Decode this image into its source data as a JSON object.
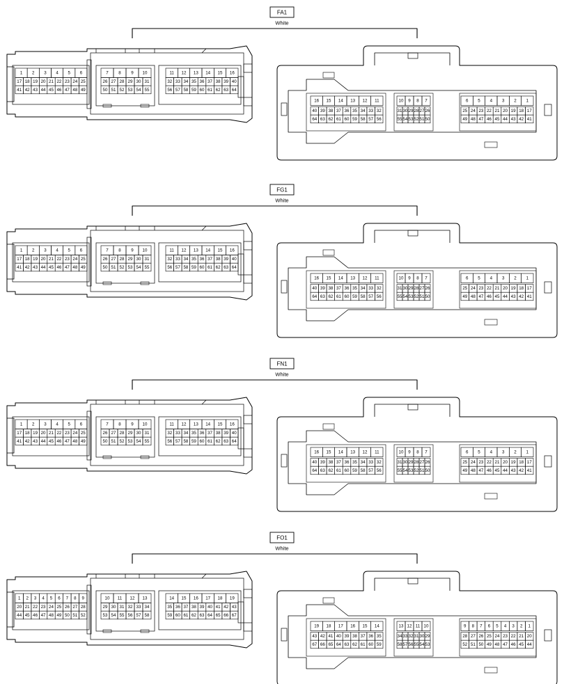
{
  "connectors": [
    {
      "id": "FA1",
      "color_label": "White",
      "male": {
        "groups": [
          {
            "top": [
              1,
              2,
              3,
              4,
              5,
              6
            ],
            "rows": [
              [
                17,
                18,
                19,
                20,
                21,
                22,
                23,
                24,
                25
              ],
              [
                41,
                42,
                43,
                44,
                45,
                46,
                47,
                48,
                49
              ]
            ]
          },
          {
            "top": [
              7,
              8,
              9,
              10
            ],
            "rows": [
              [
                26,
                27,
                28,
                29,
                30,
                31
              ],
              [
                50,
                51,
                52,
                53,
                54,
                55
              ]
            ]
          },
          {
            "top": [
              11,
              12,
              13,
              14,
              15,
              16
            ],
            "rows": [
              [
                32,
                33,
                34,
                35,
                36,
                37,
                38,
                39,
                40
              ],
              [
                56,
                57,
                58,
                59,
                60,
                61,
                62,
                63,
                64
              ]
            ]
          }
        ]
      },
      "female": {
        "groups": [
          {
            "top": [
              16,
              15,
              14,
              13,
              12,
              11
            ],
            "rows": [
              [
                40,
                39,
                38,
                37,
                36,
                35,
                34,
                33,
                32
              ],
              [
                64,
                63,
                62,
                61,
                60,
                59,
                58,
                57,
                56
              ]
            ]
          },
          {
            "top": [
              10,
              9,
              8,
              7
            ],
            "rows": [
              [
                31,
                30,
                29,
                28,
                27,
                26
              ],
              [
                55,
                54,
                53,
                52,
                51,
                50
              ]
            ]
          },
          {
            "top": [
              6,
              5,
              4,
              3,
              2,
              1
            ],
            "rows": [
              [
                25,
                24,
                23,
                22,
                21,
                20,
                19,
                18,
                17
              ],
              [
                49,
                48,
                47,
                46,
                45,
                44,
                43,
                42,
                41
              ]
            ]
          }
        ]
      }
    },
    {
      "id": "FG1",
      "color_label": "White",
      "male": {
        "groups": [
          {
            "top": [
              1,
              2,
              3,
              4,
              5,
              6
            ],
            "rows": [
              [
                17,
                18,
                19,
                20,
                21,
                22,
                23,
                24,
                25
              ],
              [
                41,
                42,
                43,
                44,
                45,
                46,
                47,
                48,
                49
              ]
            ]
          },
          {
            "top": [
              7,
              8,
              9,
              10
            ],
            "rows": [
              [
                26,
                27,
                28,
                29,
                30,
                31
              ],
              [
                50,
                51,
                52,
                53,
                54,
                55
              ]
            ]
          },
          {
            "top": [
              11,
              12,
              13,
              14,
              15,
              16
            ],
            "rows": [
              [
                32,
                33,
                34,
                35,
                36,
                37,
                38,
                39,
                40
              ],
              [
                56,
                57,
                58,
                59,
                60,
                61,
                62,
                63,
                64
              ]
            ]
          }
        ]
      },
      "female": {
        "groups": [
          {
            "top": [
              16,
              15,
              14,
              13,
              12,
              11
            ],
            "rows": [
              [
                40,
                39,
                38,
                37,
                36,
                35,
                34,
                33,
                32
              ],
              [
                64,
                63,
                62,
                61,
                60,
                59,
                58,
                57,
                56
              ]
            ]
          },
          {
            "top": [
              10,
              9,
              8,
              7
            ],
            "rows": [
              [
                31,
                30,
                29,
                28,
                27,
                26
              ],
              [
                55,
                54,
                53,
                52,
                51,
                50
              ]
            ]
          },
          {
            "top": [
              6,
              5,
              4,
              3,
              2,
              1
            ],
            "rows": [
              [
                25,
                24,
                23,
                22,
                21,
                20,
                19,
                18,
                17
              ],
              [
                49,
                48,
                47,
                46,
                45,
                44,
                43,
                42,
                41
              ]
            ]
          }
        ]
      }
    },
    {
      "id": "FN1",
      "color_label": "White",
      "male": {
        "groups": [
          {
            "top": [
              1,
              2,
              3,
              4,
              5,
              6
            ],
            "rows": [
              [
                17,
                18,
                19,
                20,
                21,
                22,
                23,
                24,
                25
              ],
              [
                41,
                42,
                43,
                44,
                45,
                46,
                47,
                48,
                49
              ]
            ]
          },
          {
            "top": [
              7,
              8,
              9,
              10
            ],
            "rows": [
              [
                26,
                27,
                28,
                29,
                30,
                31
              ],
              [
                50,
                51,
                52,
                53,
                54,
                55
              ]
            ]
          },
          {
            "top": [
              11,
              12,
              13,
              14,
              15,
              16
            ],
            "rows": [
              [
                32,
                33,
                34,
                35,
                36,
                37,
                38,
                39,
                40
              ],
              [
                56,
                57,
                58,
                59,
                60,
                61,
                62,
                63,
                64
              ]
            ]
          }
        ]
      },
      "female": {
        "groups": [
          {
            "top": [
              16,
              15,
              14,
              13,
              12,
              11
            ],
            "rows": [
              [
                40,
                39,
                38,
                37,
                36,
                35,
                34,
                33,
                32
              ],
              [
                64,
                63,
                62,
                61,
                60,
                59,
                58,
                57,
                56
              ]
            ]
          },
          {
            "top": [
              10,
              9,
              8,
              7
            ],
            "rows": [
              [
                31,
                30,
                29,
                28,
                27,
                26
              ],
              [
                55,
                54,
                53,
                52,
                51,
                50
              ]
            ]
          },
          {
            "top": [
              6,
              5,
              4,
              3,
              2,
              1
            ],
            "rows": [
              [
                25,
                24,
                23,
                22,
                21,
                20,
                19,
                18,
                17
              ],
              [
                49,
                48,
                47,
                46,
                45,
                44,
                43,
                42,
                41
              ]
            ]
          }
        ]
      }
    },
    {
      "id": "FO1",
      "color_label": "White",
      "male": {
        "groups": [
          {
            "top": [
              1,
              2,
              3,
              4,
              5,
              6,
              7,
              8,
              9
            ],
            "rows": [
              [
                20,
                21,
                22,
                23,
                24,
                25,
                26,
                27,
                28
              ],
              [
                44,
                45,
                46,
                47,
                48,
                49,
                50,
                51,
                52
              ]
            ]
          },
          {
            "top": [
              10,
              11,
              12,
              13
            ],
            "rows": [
              [
                29,
                30,
                31,
                32,
                33,
                34
              ],
              [
                53,
                54,
                55,
                56,
                57,
                58
              ]
            ]
          },
          {
            "top": [
              14,
              15,
              16,
              17,
              18,
              19
            ],
            "rows": [
              [
                35,
                36,
                37,
                38,
                39,
                40,
                41,
                42,
                43
              ],
              [
                59,
                60,
                61,
                62,
                63,
                64,
                65,
                66,
                67
              ]
            ]
          }
        ]
      },
      "female": {
        "groups": [
          {
            "top": [
              19,
              18,
              17,
              16,
              15,
              14
            ],
            "rows": [
              [
                43,
                42,
                41,
                40,
                39,
                38,
                37,
                36,
                35
              ],
              [
                67,
                66,
                65,
                64,
                63,
                62,
                61,
                60,
                59
              ]
            ]
          },
          {
            "top": [
              13,
              12,
              11,
              10
            ],
            "rows": [
              [
                34,
                33,
                32,
                31,
                30,
                29
              ],
              [
                58,
                57,
                56,
                55,
                54,
                53
              ]
            ]
          },
          {
            "top": [
              9,
              8,
              7,
              6,
              5,
              4,
              3,
              2,
              1
            ],
            "rows": [
              [
                28,
                27,
                26,
                25,
                24,
                23,
                22,
                21,
                20
              ],
              [
                52,
                51,
                50,
                49,
                48,
                47,
                46,
                45,
                44
              ]
            ]
          }
        ]
      }
    }
  ]
}
